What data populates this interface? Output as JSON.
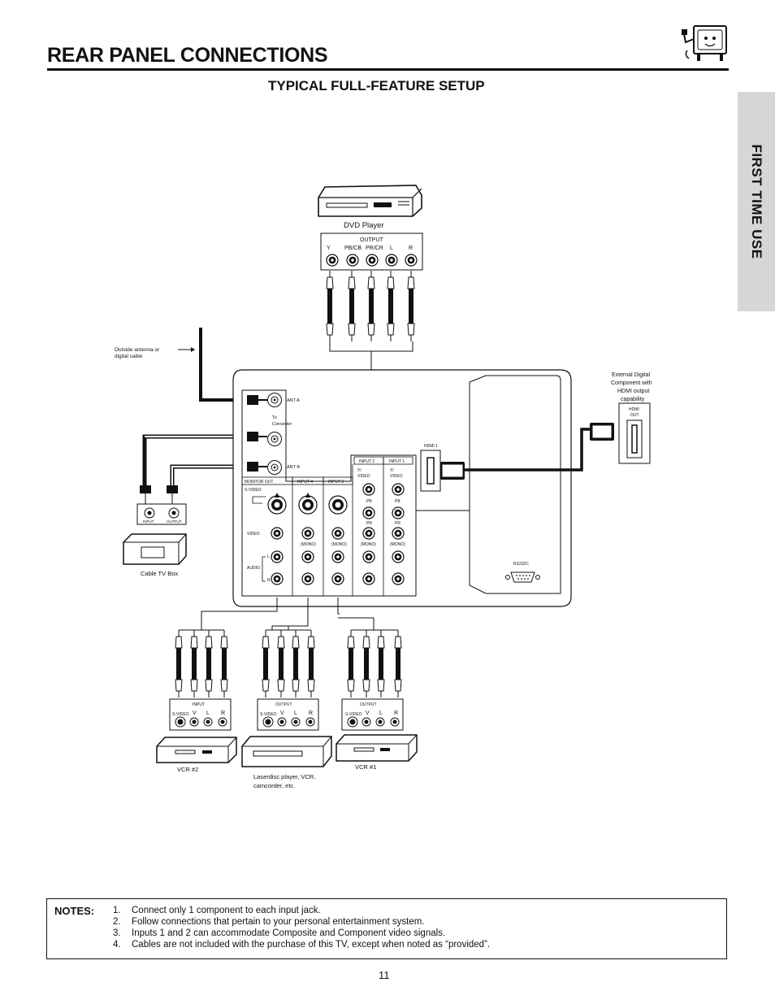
{
  "page": {
    "title": "REAR PANEL CONNECTIONS",
    "subtitle": "TYPICAL FULL-FEATURE SETUP",
    "side_tab": "FIRST TIME USE",
    "page_number": "11"
  },
  "diagram": {
    "dvd_player": {
      "label": "DVD Player",
      "output_heading": "OUTPUT",
      "jacks": [
        "Y",
        "PB/CB",
        "PR/CR",
        "L",
        "R"
      ]
    },
    "antenna_note": [
      "Outside antenna or",
      "digital cable"
    ],
    "external_component": {
      "label": [
        "External Digital",
        "Component with",
        "HDMI output",
        "capability"
      ],
      "hdmi_out": [
        "HDMI",
        "OUT"
      ]
    },
    "tv_panel": {
      "ant_a": "ANT A",
      "to_converter": [
        "To",
        "Converter"
      ],
      "ant_b": "ANT B",
      "hdmi_1": "HDMI 1",
      "monitor_out": "MONITOR OUT",
      "input_4": "INPUT 4",
      "input_3": "INPUT 3",
      "input_2": "INPUT 2",
      "input_1": "INPUT 1",
      "y_video": [
        "Y/",
        "VIDEO"
      ],
      "s_video": "S-VIDEO",
      "video": "VIDEO",
      "audio": "AUDIO",
      "l": "L",
      "r": "R",
      "mono": "(MONO)",
      "pb": "PB",
      "pr": "PR",
      "rs232c": "RS232C"
    },
    "cable_box": {
      "label": "Cable TV Box",
      "input": "INPUT",
      "output": "OUTPUT"
    },
    "vcr2": {
      "label": "VCR #2",
      "heading": "INPUT",
      "jacks": [
        "S-VIDEO",
        "V",
        "L",
        "R"
      ]
    },
    "laserdisc": {
      "label": [
        "Laserdisc player, VCR,",
        "camcorder, etc."
      ],
      "heading": "OUTPUT",
      "jacks": [
        "S-VIDEO",
        "V",
        "L",
        "R"
      ]
    },
    "vcr1": {
      "label": "VCR #1",
      "heading": "OUTPUT",
      "jacks": [
        "S-VIDEO",
        "V",
        "L",
        "R"
      ]
    }
  },
  "notes": {
    "heading": "NOTES:",
    "items": [
      {
        "num": "1.",
        "text": "Connect only 1 component to each input jack."
      },
      {
        "num": "2.",
        "text": "Follow connections that pertain to your personal entertainment system."
      },
      {
        "num": "3.",
        "text": "Inputs 1 and 2 can accommodate Composite and Component video signals."
      },
      {
        "num": "4.",
        "text": "Cables are not included with the purchase of this TV,  except when noted as “provided”."
      }
    ]
  }
}
